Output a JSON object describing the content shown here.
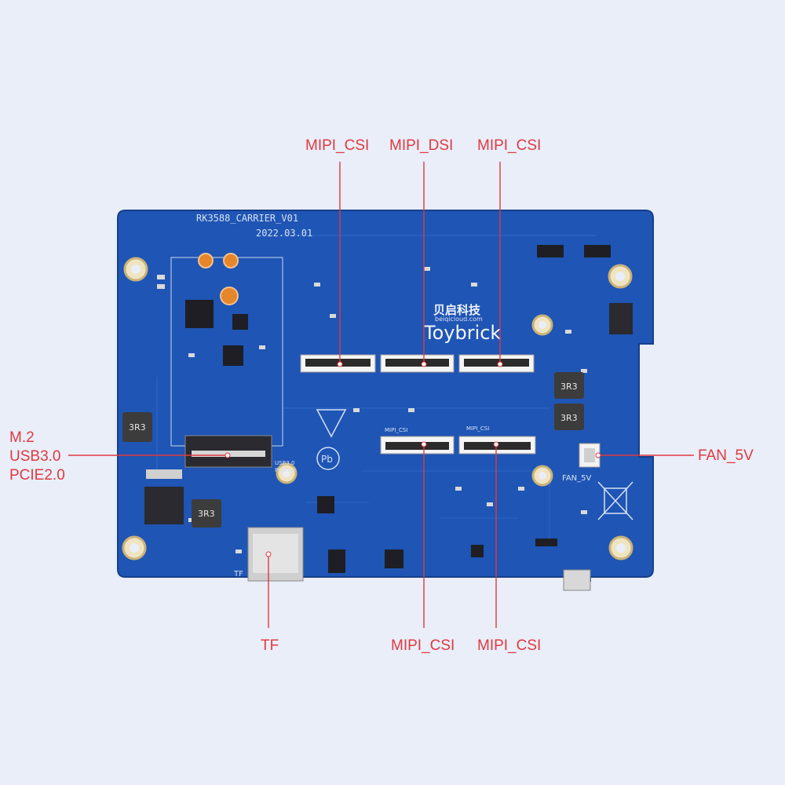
{
  "board": {
    "silk_model": "RK3588_CARRIER_V01",
    "silk_date": "2022.03.01",
    "brand_cn": "贝启科技",
    "brand_url": "beiqicloud.com",
    "brand_logo": "Toybrick",
    "inductor_label": "3R3",
    "fan_silk": "FAN_5V",
    "tf_silk": "TF",
    "m2_silk": "USB3.0",
    "m2_silk2": "PCIE2.0",
    "csi_silk": "MIPI_CSI",
    "pb_logo": "Pb",
    "colors": {
      "pcb": "#1f55b4",
      "pcb_dark": "#173f8c",
      "accent": "#e0393f",
      "background": "#e9eef9"
    }
  },
  "callouts": {
    "top_left": "MIPI_CSI",
    "top_mid": "MIPI_DSI",
    "top_right": "MIPI_CSI",
    "m2_line1": "M.2",
    "m2_line2": "USB3.0",
    "m2_line3": "PCIE2.0",
    "fan": "FAN_5V",
    "tf": "TF",
    "bottom_left": "MIPI_CSI",
    "bottom_right": "MIPI_CSI"
  }
}
